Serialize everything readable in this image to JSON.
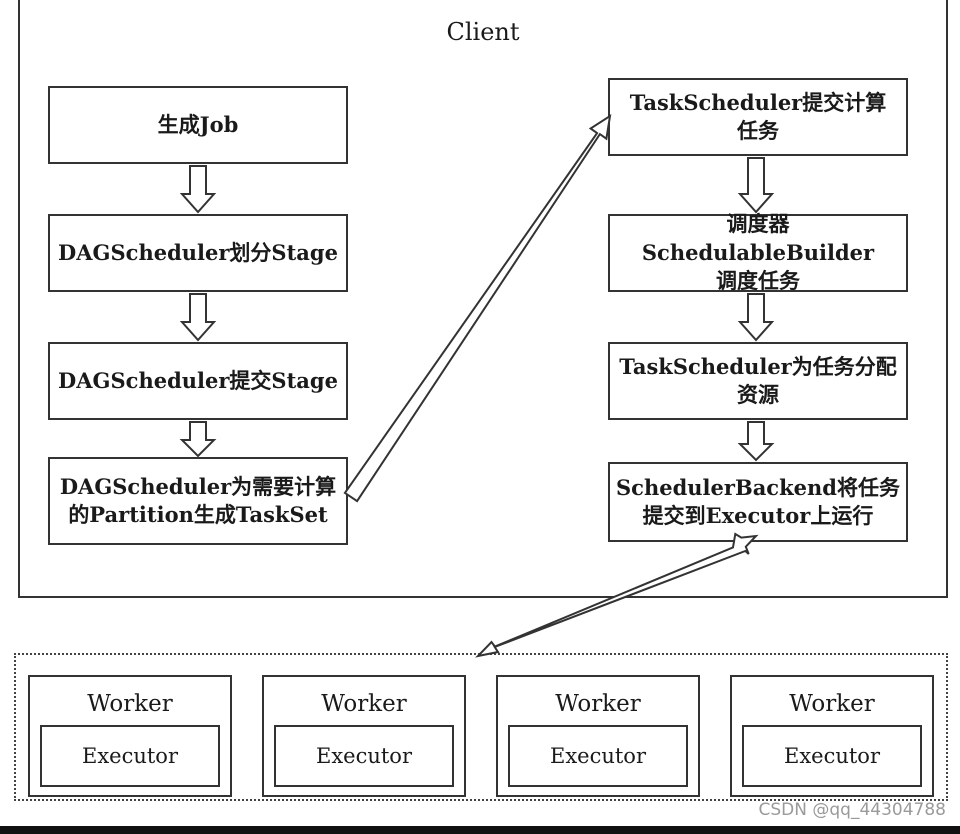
{
  "client": {
    "title": "Client"
  },
  "left_steps": [
    {
      "label": "生成Job"
    },
    {
      "label": "DAGScheduler划分Stage"
    },
    {
      "label": "DAGScheduler提交Stage"
    },
    {
      "label": "DAGScheduler为需要计算\n的Partition生成TaskSet"
    }
  ],
  "right_steps": [
    {
      "label": "TaskScheduler提交计算\n任务"
    },
    {
      "label": "调度器SchedulableBuilder\n调度任务"
    },
    {
      "label": "TaskScheduler为任务分配\n资源"
    },
    {
      "label": "SchedulerBackend将任务\n提交到Executor上运行"
    }
  ],
  "workers": [
    {
      "label": "Worker",
      "executor": "Executor"
    },
    {
      "label": "Worker",
      "executor": "Executor"
    },
    {
      "label": "Worker",
      "executor": "Executor"
    },
    {
      "label": "Worker",
      "executor": "Executor"
    }
  ],
  "watermark": "CSDN @qq_44304788"
}
